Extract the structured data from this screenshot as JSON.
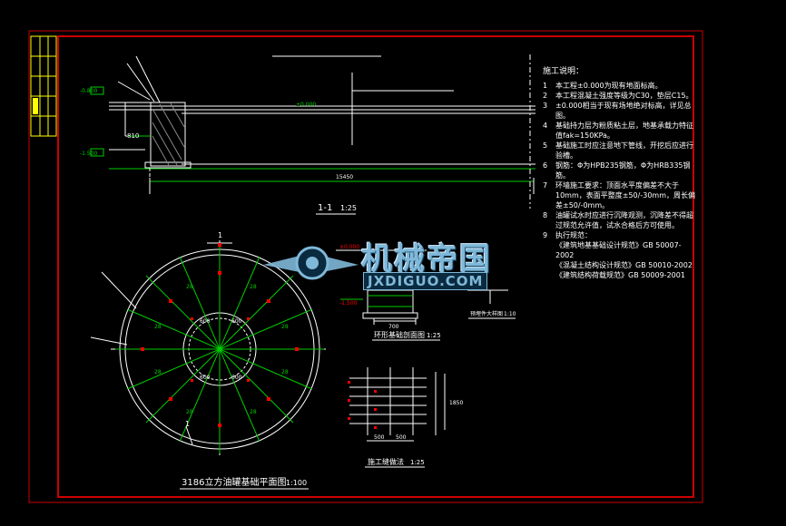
{
  "frame": {
    "border_color": "#cc0000",
    "line_color": "#ffffff",
    "accent_green": "#00cc00",
    "accent_red": "#ff0000",
    "accent_yellow": "#ffff00"
  },
  "section": {
    "title": "1-1",
    "scale": "1:25",
    "dims": {
      "a": "810",
      "b": "15450"
    },
    "levels": [
      "-0.800",
      "-1.500",
      "±0.000"
    ]
  },
  "plan": {
    "title": "3186立方油罐基础平面图",
    "scale": "1:100",
    "axis_label": "1",
    "ring_labels": [
      "28",
      "28",
      "28",
      "28",
      "28",
      "28",
      "28",
      "28"
    ],
    "inner_labels": [
      "600",
      "600",
      "600",
      "600"
    ]
  },
  "ring_detail": {
    "title": "环形基础剖面图",
    "scale": "1:25",
    "dims": [
      "700"
    ],
    "level_top": "±0.000",
    "level_bottom": "-1.500"
  },
  "small_detail": {
    "title": "预埋件大样图",
    "scale": "1:10"
  },
  "mesh_detail": {
    "title": "施工缝做法",
    "scale": "1:25",
    "dims": [
      "500",
      "500",
      "1850"
    ]
  },
  "notes": {
    "title": "施工说明：",
    "items": [
      {
        "n": "1",
        "text": "本工程±0.000为现有地面标高。"
      },
      {
        "n": "2",
        "text": "本工程混凝土强度等级为C30，垫层C15。"
      },
      {
        "n": "3",
        "text": "±0.000相当于现有场地绝对标高，详见总图。"
      },
      {
        "n": "4",
        "text": "基础持力层为粉质粘土层，地基承载力特征值fak=150KPa。"
      },
      {
        "n": "5",
        "text": "基础施工时应注意地下管线，开挖后应进行验槽。"
      },
      {
        "n": "6",
        "text": "钢筋：Φ为HPB235钢筋，Φ为HRB335钢筋。"
      },
      {
        "n": "7",
        "text": "环墙施工要求：顶面水平度偏差不大于10mm，表面平整度±50/-30mm，周长偏差±50/-0mm。"
      },
      {
        "n": "8",
        "text": "油罐试水时应进行沉降观测，沉降差不得超过规范允许值，试水合格后方可使用。"
      },
      {
        "n": "9",
        "text": "执行规范："
      }
    ],
    "codes": [
      "《建筑地基基础设计规范》GB 50007-2002",
      "《混凝土结构设计规范》GB 50010-2002",
      "《建筑结构荷载规范》GB 50009-2001"
    ]
  },
  "watermark": {
    "brand": "机械帝国",
    "url": "JXDIGUO.COM"
  }
}
